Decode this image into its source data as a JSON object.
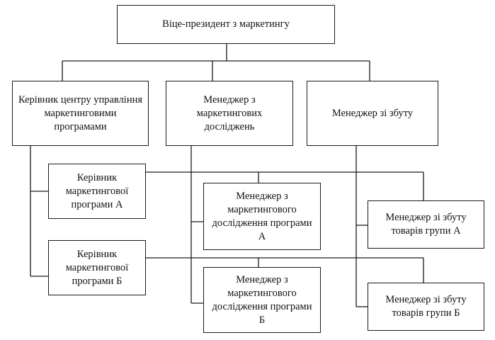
{
  "diagram": {
    "type": "org-chart",
    "nodes": {
      "vp": "Віце-президент з маркетингу",
      "head_center": "Керівник центру управління маркетинговими програмами",
      "mgr_research": "Менеджер з маркетингових досліджень",
      "mgr_sales": "Менеджер зі збуту",
      "head_program_a": "Керівник маркетингової програми А",
      "head_program_b": "Керівник маркетингової програми Б",
      "research_program_a": "Менеджер з маркетингового дослідження програми А",
      "research_program_b": "Менеджер з маркетингового дослідження програми Б",
      "sales_group_a": "Менеджер зі збуту товарів групи А",
      "sales_group_b": "Менеджер зі збуту товарів групи Б"
    },
    "edges": [
      [
        "vp",
        "head_center"
      ],
      [
        "vp",
        "mgr_research"
      ],
      [
        "vp",
        "mgr_sales"
      ],
      [
        "head_center",
        "head_program_a"
      ],
      [
        "head_center",
        "head_program_b"
      ],
      [
        "mgr_research",
        "research_program_a"
      ],
      [
        "mgr_research",
        "research_program_b"
      ],
      [
        "mgr_sales",
        "sales_group_a"
      ],
      [
        "mgr_sales",
        "sales_group_b"
      ],
      [
        "head_program_a",
        "research_program_a"
      ],
      [
        "head_program_a",
        "sales_group_a"
      ],
      [
        "head_program_b",
        "research_program_b"
      ],
      [
        "head_program_b",
        "sales_group_b"
      ]
    ]
  }
}
